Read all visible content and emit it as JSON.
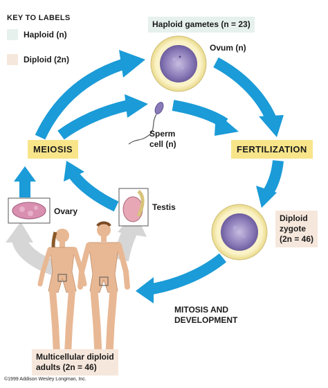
{
  "key": {
    "title": "KEY TO LABELS",
    "haploid": "Haploid (n)",
    "diploid": "Diploid (2n)",
    "haploid_color": "#e6f1ee",
    "diploid_color": "#f6e7dc"
  },
  "labels": {
    "haploid_gametes": "Haploid gametes (n = 23)",
    "ovum": "Ovum (n)",
    "sperm_line1": "Sperm",
    "sperm_line2": "cell (n)",
    "meiosis": "MEIOSIS",
    "fertilization": "FERTILIZATION",
    "ovary": "Ovary",
    "testis": "Testis",
    "zygote_line1": "Diploid",
    "zygote_line2": "zygote",
    "zygote_line3": "(2n = 46)",
    "mitosis_line1": "MITOSIS AND",
    "mitosis_line2": "DEVELOPMENT",
    "adults_line1": "Multicellular diploid",
    "adults_line2": "adults (2n = 46)"
  },
  "copyright": "©1999 Addison Wesley Longman, Inc.",
  "colors": {
    "arrow": "#1b9bd7",
    "gray_arrow": "#d7d7d7",
    "cell_fill": "#8a7bb8",
    "cell_ring": "#f4e9a8",
    "skin": "#e8b894",
    "highlight_box": "#f8e58a"
  }
}
